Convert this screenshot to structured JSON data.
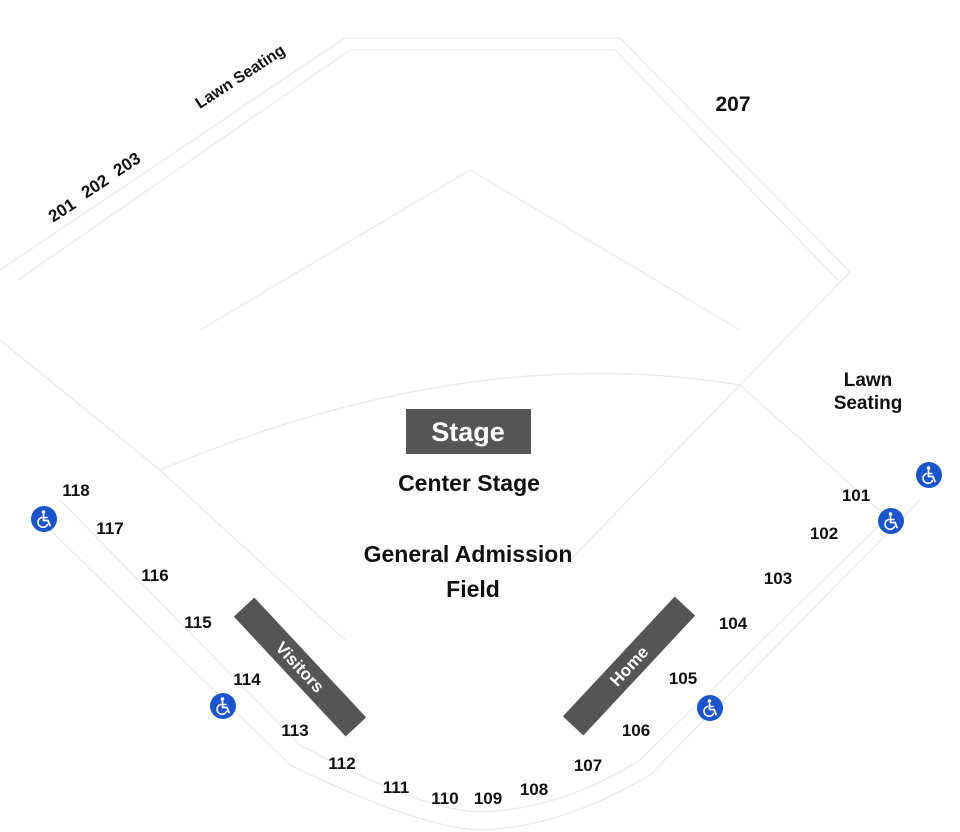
{
  "stage": {
    "label": "Stage",
    "color": "#555555"
  },
  "center_stage": "Center Stage",
  "field": {
    "line1": "General Admission",
    "line2": "Field"
  },
  "lawn_left": "Lawn Seating",
  "lawn_right": {
    "line1": "Lawn",
    "line2": "Seating"
  },
  "upper_sections": [
    "201",
    "202",
    "203"
  ],
  "section_207": "207",
  "lower_sections": [
    "101",
    "102",
    "103",
    "104",
    "105",
    "106",
    "107",
    "108",
    "109",
    "110",
    "111",
    "112",
    "113",
    "114",
    "115",
    "116",
    "117",
    "118"
  ],
  "dugouts": {
    "visitors": "Visitors",
    "home": "Home",
    "color": "#555555"
  },
  "accessible_icon": {
    "name": "wheelchair-icon",
    "color": "#1a56c9"
  }
}
